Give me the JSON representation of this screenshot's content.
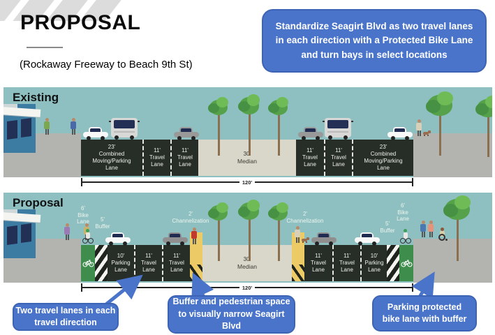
{
  "page": {
    "title": "PROPOSAL",
    "subtitle": "(Rockaway Freeway to Beach 9th St)"
  },
  "top_callout": "Standardize Seagirt Blvd as two travel lanes in each direction with a Protected Bike Lane and turn bays in select locations",
  "sections": {
    "existing": {
      "label": "Existing",
      "total_width": "120'",
      "lanes": [
        {
          "width": "23'",
          "name": "Combined Moving/Parking Lane"
        },
        {
          "width": "11'",
          "name": "Travel Lane"
        },
        {
          "width": "11'",
          "name": "Travel Lane"
        },
        {
          "width": "30'",
          "name": "Median"
        },
        {
          "width": "11'",
          "name": "Travel Lane"
        },
        {
          "width": "11'",
          "name": "Travel Lane"
        },
        {
          "width": "23'",
          "name": "Combined Moving/Parking Lane"
        }
      ]
    },
    "proposal": {
      "label": "Proposal",
      "total_width": "120'",
      "sky_labels": [
        [
          "6'",
          "Bike",
          "Lane"
        ],
        [
          "5'",
          "Buffer"
        ],
        [
          "2'",
          "Channelization"
        ],
        [
          "2'",
          "Channelization"
        ],
        [
          "5'",
          "Buffer"
        ],
        [
          "6'",
          "Bike",
          "Lane"
        ]
      ],
      "lanes": [
        {
          "width": "6'",
          "name": "Bike Lane"
        },
        {
          "width": "5'",
          "name": "Buffer"
        },
        {
          "width": "10'",
          "name": "Parking Lane"
        },
        {
          "width": "11'",
          "name": "Travel Lane"
        },
        {
          "width": "11'",
          "name": "Travel Lane"
        },
        {
          "width": "2'",
          "name": "Channelization"
        },
        {
          "width": "30'",
          "name": "Median"
        },
        {
          "width": "2'",
          "name": "Channelization"
        },
        {
          "width": "11'",
          "name": "Travel Lane"
        },
        {
          "width": "11'",
          "name": "Travel Lane"
        },
        {
          "width": "10'",
          "name": "Parking Lane"
        },
        {
          "width": "5'",
          "name": "Buffer"
        },
        {
          "width": "6'",
          "name": "Bike Lane"
        }
      ]
    }
  },
  "bottom_callouts": [
    "Two travel lanes in each travel direction",
    "Buffer and pedestrian space to visually narrow Seagirt Blvd",
    "Parking protected bike lane with buffer"
  ],
  "colors": {
    "accent_blue": "#4a74ca",
    "sky": "#8ec0c1",
    "road": "#262e27",
    "median": "#d9d6ca",
    "bike_lane_green": "#3e8d4c",
    "channelization_yellow": "#ecca66",
    "sidewalk": "#b3b3af"
  }
}
